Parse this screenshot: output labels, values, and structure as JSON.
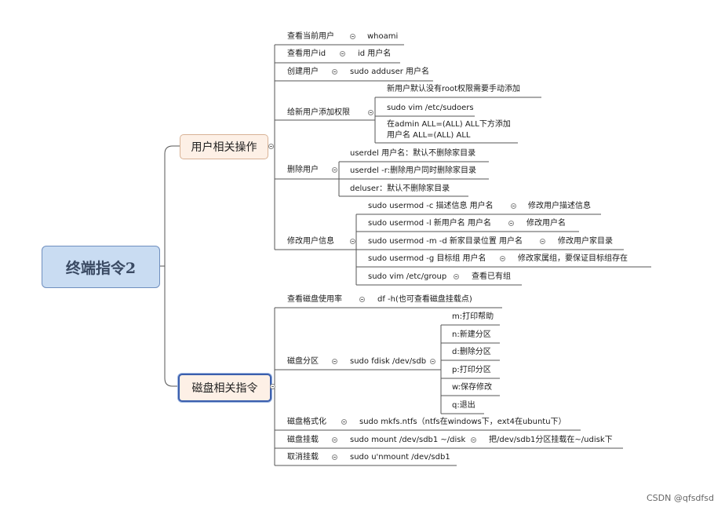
{
  "root": "终端指令2",
  "user": {
    "title": "用户相关操作",
    "whoami_label": "查看当前用户",
    "whoami_cmd": "whoami",
    "id_label": "查看用户id",
    "id_cmd": "id 用户名",
    "create_label": "创建用户",
    "create_cmd": "sudo adduser 用户名",
    "perm_label": "给新用户添加权限",
    "perm_1": "新用户默认没有root权限需要手动添加",
    "perm_2": "sudo vim /etc/sudoers",
    "perm_3a": "在admin ALL=(ALL) ALL下方添加",
    "perm_3b": "用户名 ALL=(ALL) ALL",
    "del_label": "删除用户",
    "del_1": "userdel 用户名：默认不删除家目录",
    "del_2": "userdel -r:删除用户同时删除家目录",
    "del_3": "deluser：默认不删除家目录",
    "mod_label": "修改用户信息",
    "mod_1": "sudo usermod -c 描述信息 用户名",
    "mod_1d": "修改用户描述信息",
    "mod_2": "sudo usermod -l 新用户名 用户名",
    "mod_2d": "修改用户名",
    "mod_3": "sudo usermod -m -d 新家目录位置 用户名",
    "mod_3d": "修改用户家目录",
    "mod_4": "sudo usermod -g 目标组 用户名",
    "mod_4d": "修改家属组，要保证目标组存在",
    "mod_5": "sudo vim /etc/group",
    "mod_5d": "查看已有组"
  },
  "disk": {
    "title": "磁盘相关指令",
    "usage_label": "查看磁盘使用率",
    "usage_cmd": "df -h(也可查看磁盘挂载点)",
    "part_label": "磁盘分区",
    "part_cmd": "sudo fdisk /dev/sdb",
    "part_opts": [
      "m:打印帮助",
      "n:新建分区",
      "d:删除分区",
      "p:打印分区",
      "w:保存修改",
      "q:退出"
    ],
    "fmt_label": "磁盘格式化",
    "fmt_cmd": "sudo mkfs.ntfs（ntfs在windows下，ext4在ubuntu下）",
    "mount_label": "磁盘挂载",
    "mount_cmd": "sudo mount /dev/sdb1 ~/disk",
    "mount_note": "把/dev/sdb1分区挂载在~/udisk下",
    "umount_label": "取消挂载",
    "umount_cmd": "sudo u'nmount /dev/sdb1"
  },
  "watermark": "CSDN @qfsdfsd"
}
